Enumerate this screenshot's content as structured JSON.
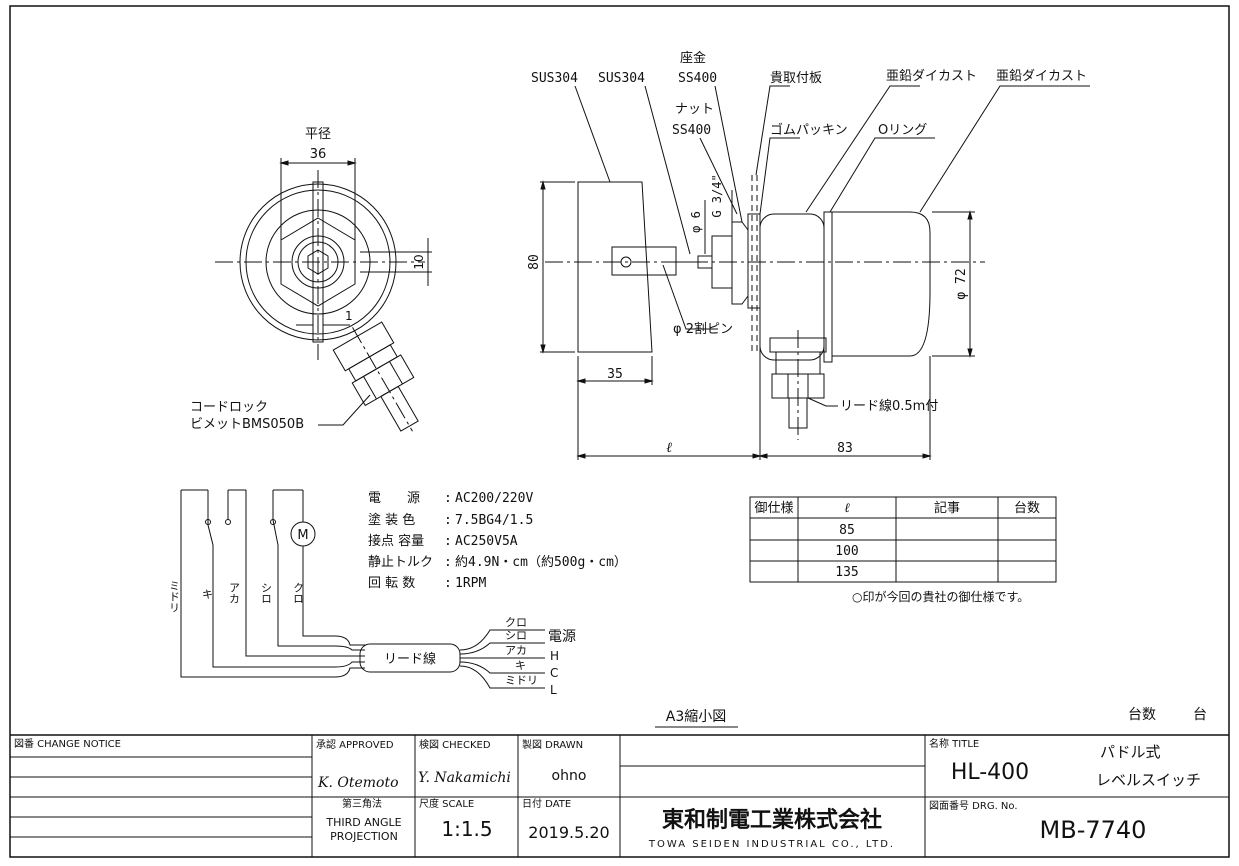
{
  "front_view": {
    "flat_label": "平径",
    "dim_36": "36",
    "dim_10": "10",
    "dim_1": "1",
    "cord_lock_1": "コードロック",
    "cord_lock_2": "ビメットBMS050B"
  },
  "side_view": {
    "sus304_a": "SUS304",
    "sus304_b": "SUS304",
    "washer": "座金",
    "washer_mat": "SS400",
    "plate": "貴取付板",
    "zinc_a": "亜鉛ダイカスト",
    "zinc_b": "亜鉛ダイカスト",
    "nut": "ナット",
    "nut_mat": "SS400",
    "packing": "ゴムパッキン",
    "oring": "Oリング",
    "g34": "G 3/4\"",
    "phi6": "φ 6",
    "dim_80": "80",
    "phi72": "φ 72",
    "pin": "φ 2割ピン",
    "lead": "リード線0.5m付",
    "dim_35": "35",
    "dim_l": "ℓ",
    "dim_83": "83"
  },
  "specs": [
    {
      "label": "電　　源",
      "value": "AC200/220V"
    },
    {
      "label": "塗 装 色",
      "value": "7.5BG4/1.5"
    },
    {
      "label": "接点 容量",
      "value": "AC250V5A"
    },
    {
      "label": "静止トルク",
      "value": "約4.9N・cm（約500g・cm）"
    },
    {
      "label": "回 転 数",
      "value": "1RPM"
    }
  ],
  "wiring": {
    "motor": "M",
    "wire_midori": "ミドリ",
    "wire_ki": "キ",
    "wire_aka": "アカ",
    "wire_shiro": "シロ",
    "wire_kuro": "クロ",
    "lead_box": "リード線",
    "out_kuro": "クロ",
    "out_shiro": "シロ",
    "out_aka": "アカ",
    "out_ki": "キ",
    "out_midori": "ミドリ",
    "power": "電源",
    "h": "H",
    "c": "C",
    "l": "L"
  },
  "spec_table": {
    "headers": [
      "御仕様",
      "ℓ",
      "記事",
      "台数"
    ],
    "rows": [
      [
        "",
        "85",
        "",
        ""
      ],
      [
        "",
        "100",
        "",
        ""
      ],
      [
        "",
        "135",
        "",
        ""
      ]
    ],
    "note": "○印が今回の貴社の御仕様です。"
  },
  "reduced": "A3縮小図",
  "qty_label": "台数",
  "qty_unit": "台",
  "title_block": {
    "change_notice": "図番 CHANGE NOTICE",
    "approved": "承認 APPROVED",
    "checked": "検図 CHECKED",
    "drawn": "製図 DRAWN",
    "approved_sig": "K. Otemoto",
    "checked_sig": "Y. Nakamichi",
    "drawn_name": "ohno",
    "projection_label": "第三角法",
    "projection_1": "THIRD ANGLE",
    "projection_2": "PROJECTION",
    "scale_label": "尺度 SCALE",
    "scale": "1:1.5",
    "date_label": "日付 DATE",
    "date": "2019.5.20",
    "company_jp": "東和制電工業株式会社",
    "company_en": "TOWA SEIDEN INDUSTRIAL CO., LTD.",
    "title_label": "名称 TITLE",
    "model": "HL-400",
    "name_1": "パドル式",
    "name_2": "レベルスイッチ",
    "drg_label": "図面番号 DRG. No.",
    "drg_no": "MB-7740"
  }
}
